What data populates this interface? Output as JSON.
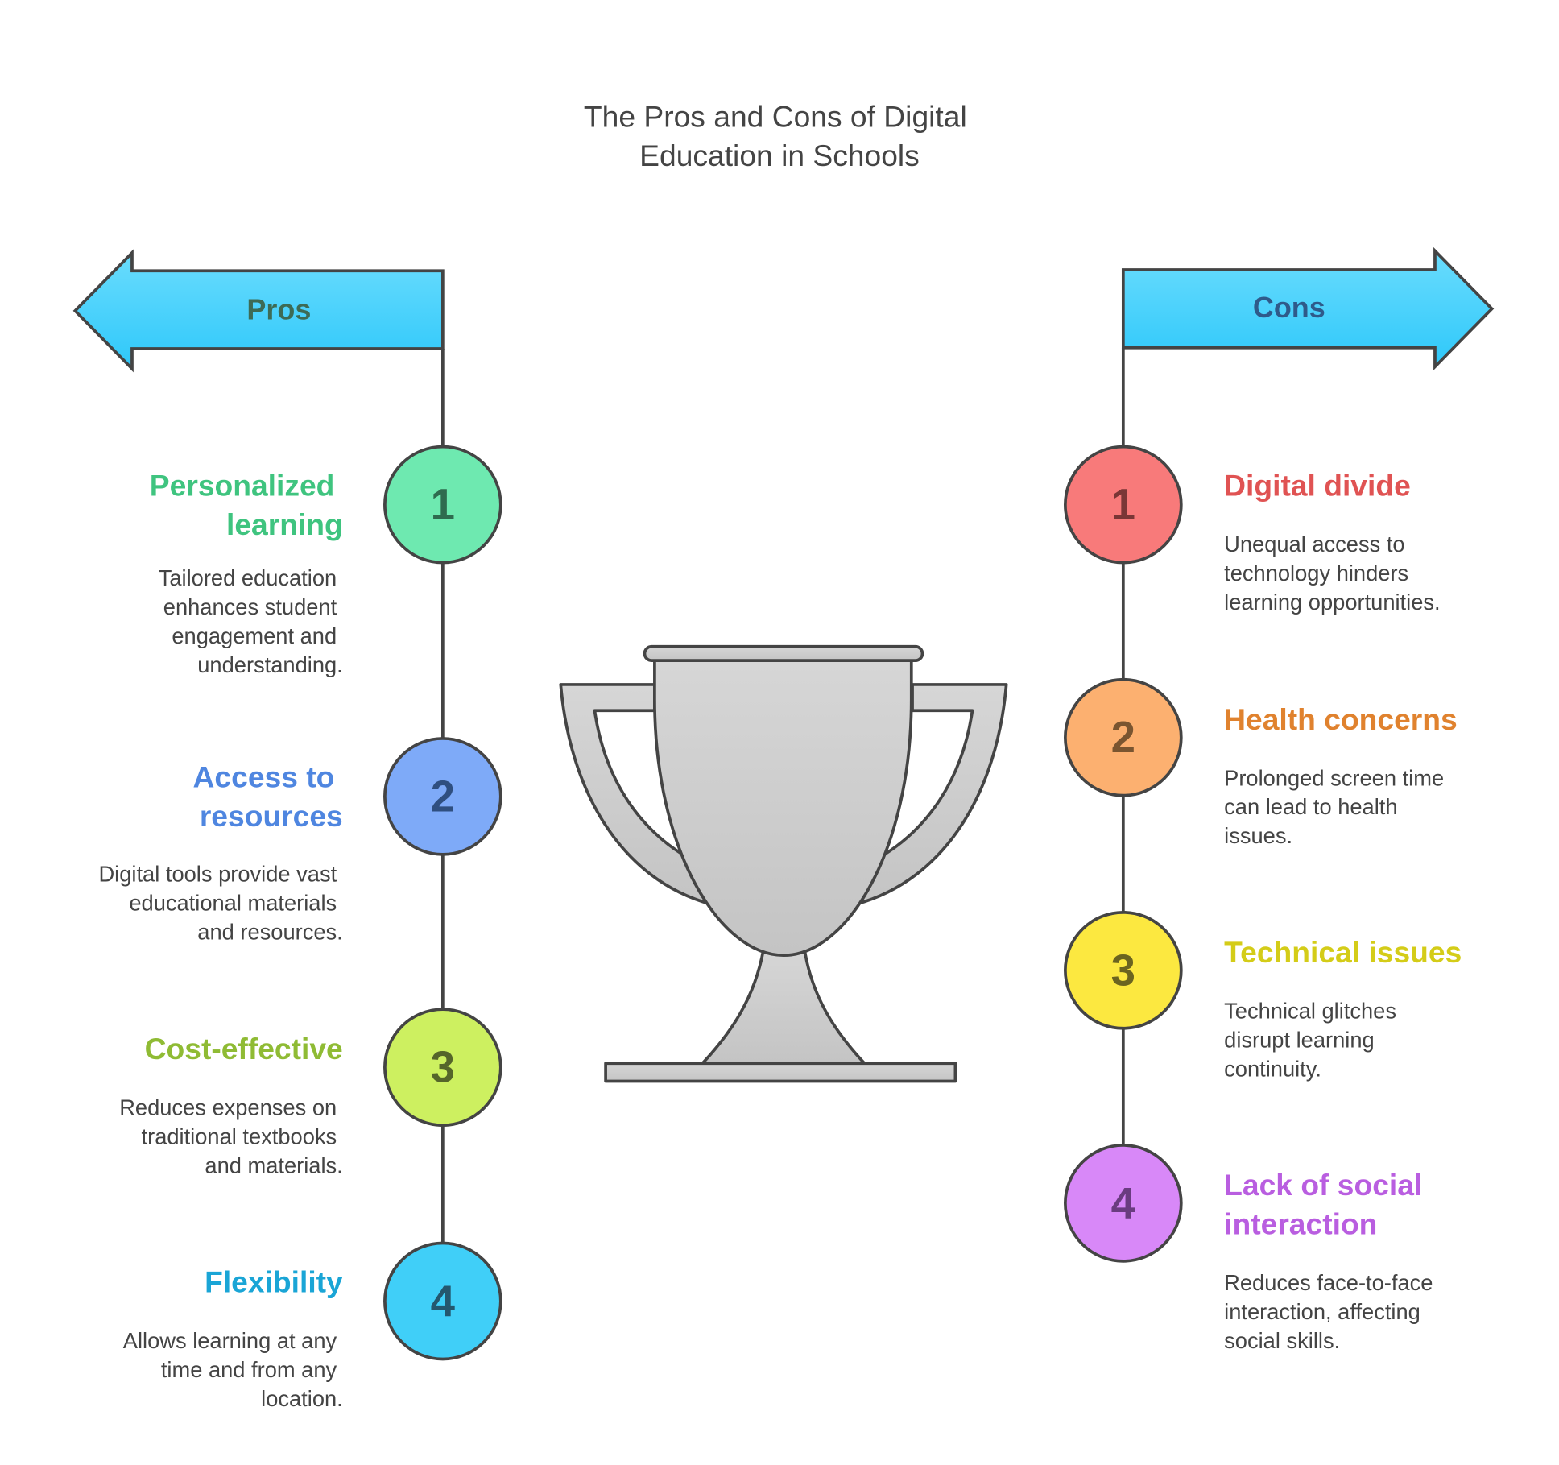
{
  "title": [
    "The Pros and Cons of Digital",
    "Education in Schools"
  ],
  "pros": {
    "label": "Pros",
    "items": [
      {
        "number": "1",
        "title": [
          "Personalized",
          "learning"
        ],
        "description": [
          "Tailored education",
          "enhances student",
          "engagement and",
          "understanding."
        ],
        "color": "#3fc47f",
        "fill": "#6ee9b0"
      },
      {
        "number": "2",
        "title": [
          "Access to",
          "resources"
        ],
        "description": [
          "Digital tools provide vast",
          "educational materials",
          "and resources."
        ],
        "color": "#4f86e0",
        "fill": "#7eaaf8"
      },
      {
        "number": "3",
        "title": [
          "Cost-effective"
        ],
        "description": [
          "Reduces expenses on",
          "traditional textbooks",
          "and materials."
        ],
        "color": "#8fbb34",
        "fill": "#cdf060"
      },
      {
        "number": "4",
        "title": [
          "Flexibility"
        ],
        "description": [
          "Allows learning at any",
          "time and from any",
          "location."
        ],
        "color": "#1aa5d6",
        "fill": "#40cff8"
      }
    ]
  },
  "cons": {
    "label": "Cons",
    "items": [
      {
        "number": "1",
        "title": [
          "Digital divide"
        ],
        "description": [
          "Unequal access to",
          "technology hinders",
          "learning opportunities."
        ],
        "color": "#e05353",
        "fill": "#f87a7a"
      },
      {
        "number": "2",
        "title": [
          "Health concerns"
        ],
        "description": [
          "Prolonged screen time",
          "can lead to health",
          "issues."
        ],
        "color": "#e0822e",
        "fill": "#fcb070"
      },
      {
        "number": "3",
        "title": [
          "Technical issues"
        ],
        "description": [
          "Technical glitches",
          "disrupt learning",
          "continuity."
        ],
        "color": "#d4cc18",
        "fill": "#fce840"
      },
      {
        "number": "4",
        "title": [
          "Lack of social",
          "interaction"
        ],
        "description": [
          "Reduces face-to-face",
          "interaction, affecting",
          "social skills."
        ],
        "color": "#b95ee0",
        "fill": "#d888f8"
      }
    ]
  }
}
